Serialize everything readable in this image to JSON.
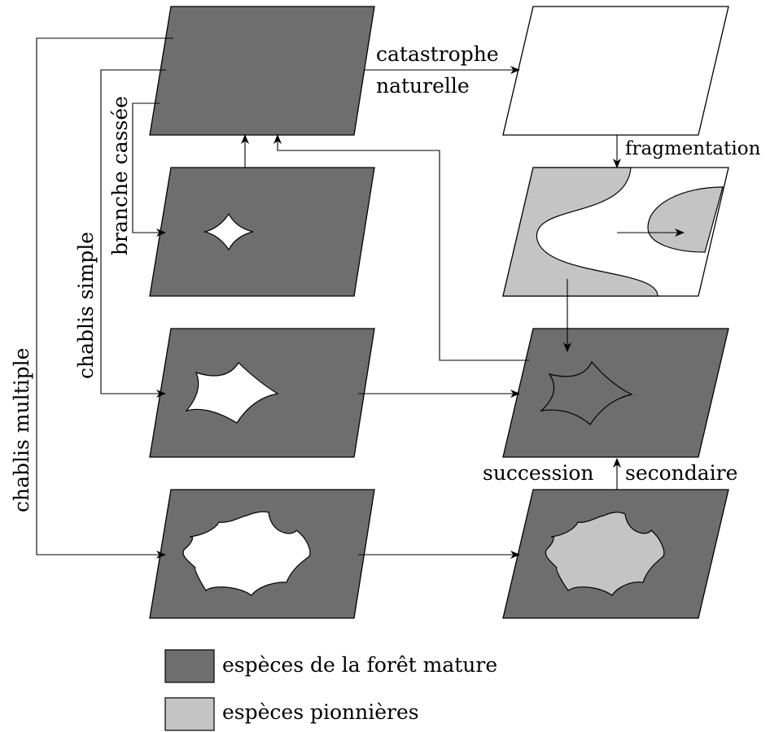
{
  "colors": {
    "mature": "#6e6e6e",
    "pioneer": "#c4c4c4",
    "open": "#ffffff",
    "line": "#000000"
  },
  "labels": {
    "catastrophe": "catastrophe",
    "naturelle": "naturelle",
    "fragmentation": "fragmentation",
    "branche_cassee": "branche cassée",
    "chablis_simple": "chablis simple",
    "chablis_multiple": "chablis multiple",
    "succession": "succession",
    "secondaire": "secondaire"
  },
  "legend": [
    {
      "label": "espèces de la forêt mature",
      "color": "#6e6e6e"
    },
    {
      "label": "espèces pionnières",
      "color": "#c4c4c4"
    }
  ]
}
